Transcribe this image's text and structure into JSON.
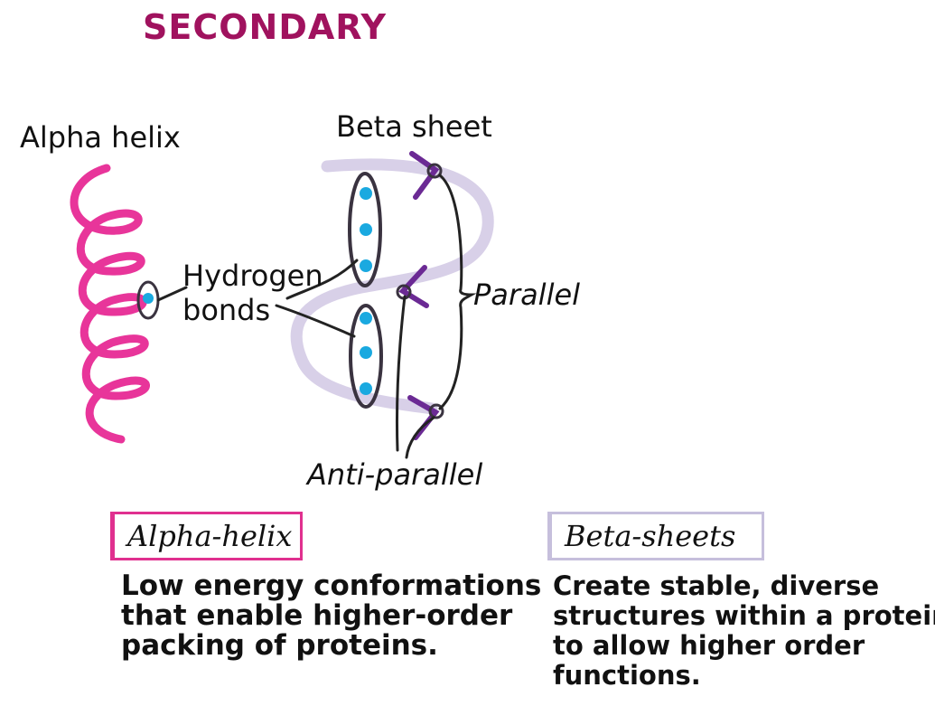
{
  "title": "SECONDARY",
  "diagram": {
    "alpha_helix_label": "Alpha helix",
    "beta_sheet_label": "Beta sheet",
    "hydrogen_bonds_label": [
      "Hydrogen",
      "bonds"
    ],
    "parallel_label": "Parallel",
    "anti_parallel_label": "Anti-parallel"
  },
  "summary": {
    "alpha": {
      "heading": "Alpha-helix",
      "lines": [
        "Low energy conformations",
        "that enable higher-order",
        "packing of proteins."
      ]
    },
    "beta": {
      "heading": "Beta-sheets",
      "lines": [
        "Create stable, diverse",
        "structures within a protein",
        "to allow higher order",
        "functions."
      ]
    }
  },
  "colors": {
    "title": "#a0125e",
    "helix": "#e8359a",
    "sheet": "#d8d0e8",
    "arrow": "#6b2a94",
    "bond": "#1aa9e0",
    "outline": "#3a3340"
  }
}
